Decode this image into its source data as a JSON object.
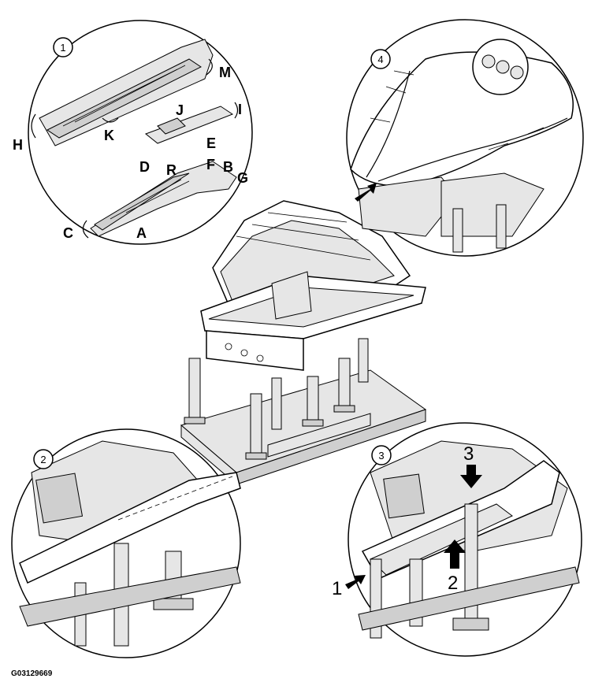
{
  "figure_code": "G03129669",
  "callouts": {
    "step1": "1",
    "step2": "2",
    "step3": "3",
    "step4": "4"
  },
  "part_labels": {
    "A": "A",
    "B": "B",
    "C": "C",
    "D": "D",
    "E": "E",
    "F": "F",
    "G": "G",
    "H": "H",
    "I": "I",
    "J": "J",
    "K": "K",
    "M": "M",
    "R": "R"
  },
  "arrow_labels": {
    "arrow1": "1",
    "arrow2": "2",
    "arrow3": "3"
  }
}
